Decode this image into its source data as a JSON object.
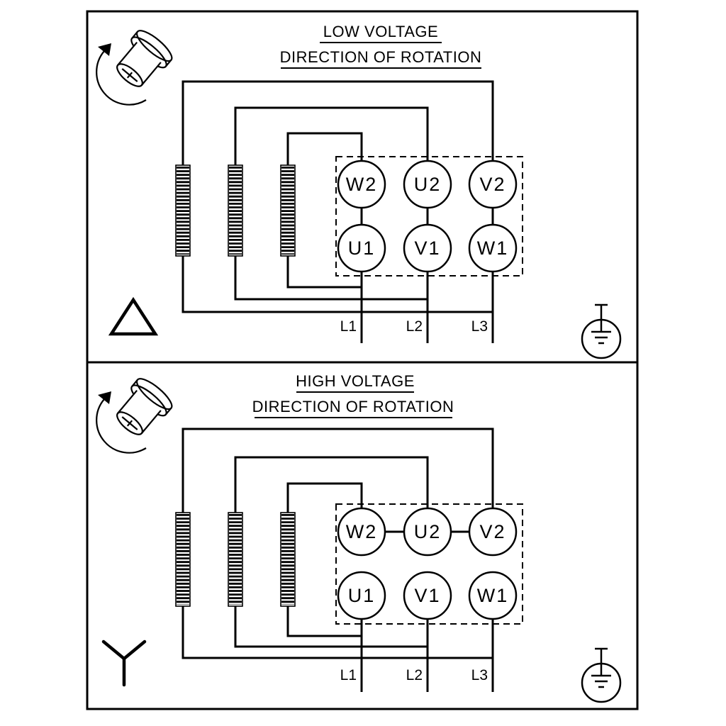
{
  "diagram": {
    "panels": [
      {
        "title": "LOW VOLTAGE",
        "subtitle": "DIRECTION OF ROTATION",
        "connection": "delta",
        "terminals_top": [
          "W2",
          "U2",
          "V2"
        ],
        "terminals_bottom": [
          "U1",
          "V1",
          "W1"
        ],
        "supply_lines": [
          "L1",
          "L2",
          "L3"
        ]
      },
      {
        "title": "HIGH VOLTAGE",
        "subtitle": "DIRECTION OF ROTATION",
        "connection": "star",
        "terminals_top": [
          "W2",
          "U2",
          "V2"
        ],
        "terminals_bottom": [
          "U1",
          "V1",
          "W1"
        ],
        "supply_lines": [
          "L1",
          "L2",
          "L3"
        ]
      }
    ],
    "colors": {
      "line": "#000000",
      "background": "#ffffff"
    },
    "icons": {
      "rotation": "rotation-direction-arrow-icon",
      "shaft": "motor-shaft-icon",
      "delta": "delta-connection-icon",
      "star": "star-connection-icon",
      "ground": "earth-ground-icon"
    }
  }
}
